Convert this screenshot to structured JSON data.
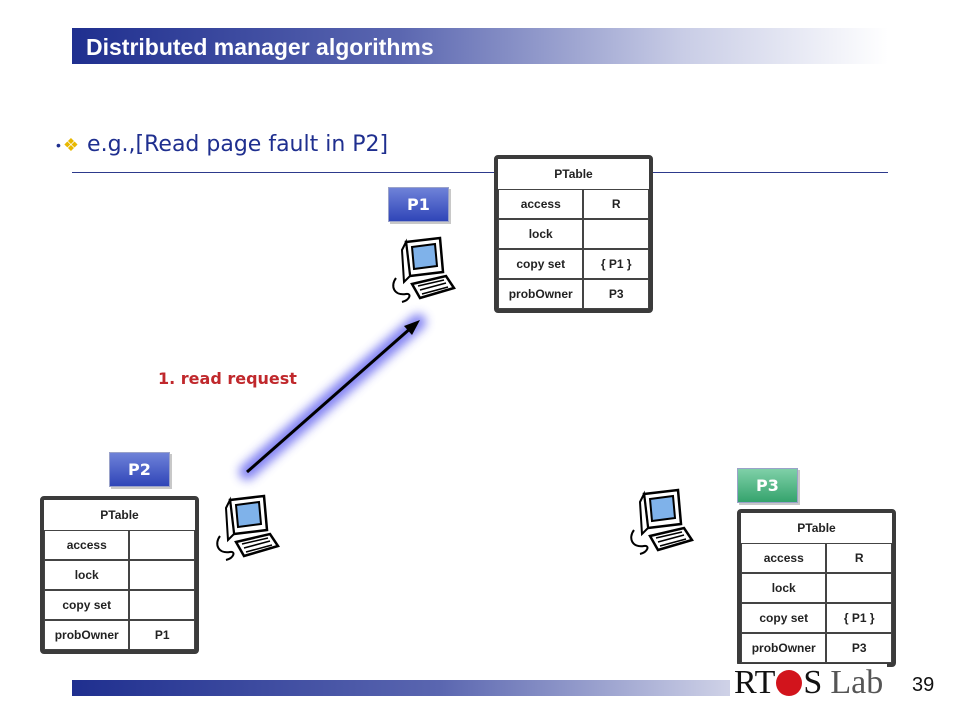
{
  "header": {
    "title": "Distributed manager algorithms"
  },
  "bullet": {
    "text": "e.g.,[Read page fault in P2]"
  },
  "nodes": [
    {
      "label": "P1"
    },
    {
      "label": "P2"
    },
    {
      "label": "P3"
    }
  ],
  "arrow": {
    "label": "1. read request"
  },
  "ptables": {
    "p1": {
      "title": "PTable",
      "rows": [
        {
          "key": "access",
          "value": "R"
        },
        {
          "key": "lock",
          "value": ""
        },
        {
          "key": "copy set",
          "value": "{ P1 }"
        },
        {
          "key": "probOwner",
          "value": "P3"
        }
      ]
    },
    "p2": {
      "title": "PTable",
      "rows": [
        {
          "key": "access",
          "value": ""
        },
        {
          "key": "lock",
          "value": ""
        },
        {
          "key": "copy set",
          "value": ""
        },
        {
          "key": "probOwner",
          "value": "P1"
        }
      ]
    },
    "p3": {
      "title": "PTable",
      "rows": [
        {
          "key": "access",
          "value": "R"
        },
        {
          "key": "lock",
          "value": ""
        },
        {
          "key": "copy set",
          "value": "{ P1 }"
        },
        {
          "key": "probOwner",
          "value": "P3"
        }
      ]
    }
  },
  "footer": {
    "logo": "RTOS Lab",
    "page_number": "39"
  },
  "colors": {
    "title_bar": "#1f2f8f",
    "arrow_glow": "#6a6af0",
    "request_text": "#c0282c",
    "p3_label": "#35a36d"
  }
}
